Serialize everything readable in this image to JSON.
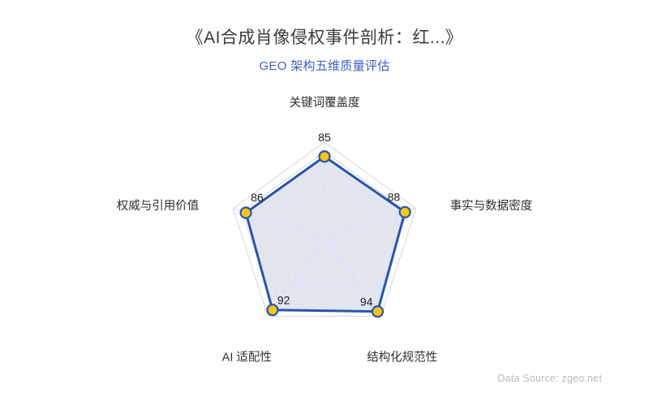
{
  "header": {
    "title": "《AI合成肖像侵权事件剖析：红...》",
    "subtitle": "GEO 架构五维质量评估",
    "subtitle_color": "#3d63c8"
  },
  "footer": {
    "data_source": "Data Source: zgeo.net"
  },
  "chart_data": {
    "type": "radar",
    "title": "《AI合成肖像侵权事件剖析：红...》",
    "subtitle": "GEO 架构五维质量评估",
    "categories": [
      "关键词覆盖度",
      "事实与数据密度",
      "结构化规范性",
      "AI 适配性",
      "权威与引用价值"
    ],
    "values": [
      85,
      88,
      94,
      92,
      86
    ],
    "value_labels": [
      "85",
      "88",
      "94",
      "92",
      "86"
    ],
    "series": [
      {
        "name": "GEO 架构五维质量评估",
        "values": [
          85,
          88,
          94,
          92,
          86
        ]
      }
    ],
    "rlim": [
      0,
      100
    ],
    "rings": 10,
    "grid": true,
    "legend": "none",
    "xlabel": "",
    "ylabel": "",
    "colors": {
      "line": "#2a56a8",
      "fill": "#dde2ef",
      "point_fill": "#f5c518",
      "point_stroke": "#2a56a8",
      "grid": "#b9c0d4",
      "outer_ring": "#d8d8de"
    }
  }
}
